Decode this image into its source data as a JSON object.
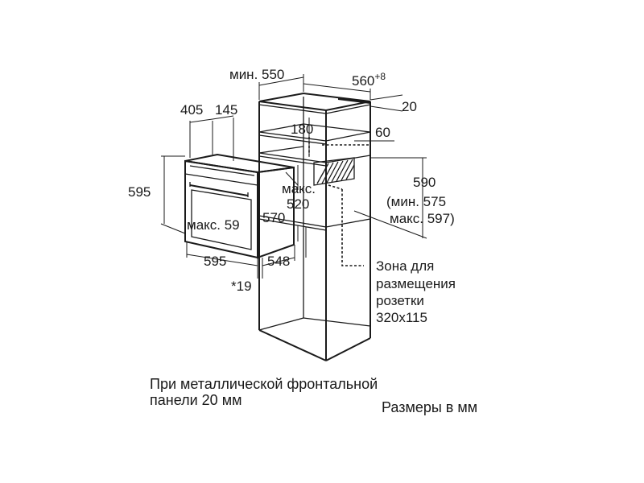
{
  "dimensions": {
    "min_550": "мин. 550",
    "w560": "560",
    "w560_sup": "+8",
    "d20": "20",
    "d405": "405",
    "d145": "145",
    "d180": "180",
    "d60": "60",
    "h595_left": "595",
    "max_label": "макс.",
    "max_520": "520",
    "max_59": "макс. 59",
    "d570": "570",
    "h590": "590",
    "min_575": "(мин. 575",
    "max_597": "макс. 597)",
    "w595_bottom": "595",
    "d548": "548",
    "star19": "*19"
  },
  "socket_zone": {
    "line1": "Зона для",
    "line2": "размещения",
    "line3": "розетки",
    "line4": "320x115"
  },
  "notes": {
    "metal_panel_line1": "При металлической фронтальной",
    "metal_panel_line2": "панели 20 мм",
    "units": "Размеры в мм"
  }
}
